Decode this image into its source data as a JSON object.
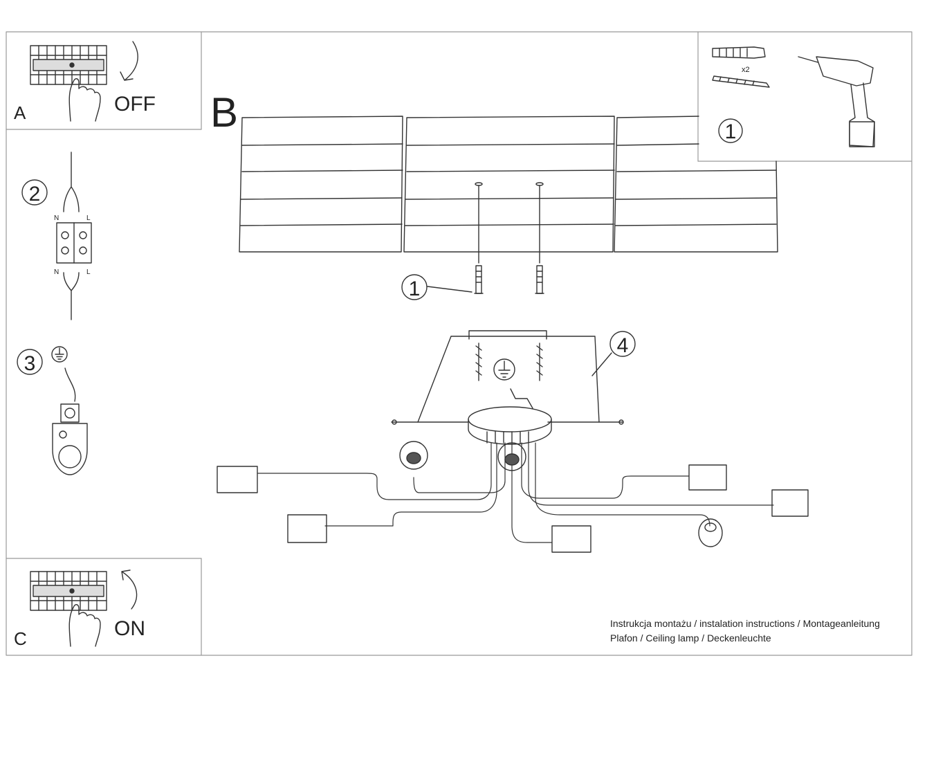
{
  "panels": {
    "a": {
      "letter": "A",
      "state": "OFF"
    },
    "b": {
      "letter": "B"
    },
    "c": {
      "letter": "C",
      "state": "ON"
    }
  },
  "steps": {
    "s1": "1",
    "s2": "2",
    "s3": "3",
    "s4": "4",
    "s1_main": "1"
  },
  "wiring": {
    "n_top": "N",
    "l_top": "L",
    "n_bottom": "N",
    "l_bottom": "L"
  },
  "fixings": {
    "quantity": "x2"
  },
  "caption": {
    "line1": "Instrukcja montażu / instalation instructions / Montageanleitung",
    "line2": "Plafon / Ceiling lamp / Deckenleuchte"
  },
  "icons": [
    "circuit-breaker-icon",
    "hand-icon",
    "arrow-icon",
    "terminal-block-icon",
    "ground-symbol-icon",
    "wall-plug-icon",
    "screw-icon",
    "drill-icon",
    "lamp-socket-icon"
  ],
  "colors": {
    "line": "#333333",
    "frame": "#999999"
  }
}
